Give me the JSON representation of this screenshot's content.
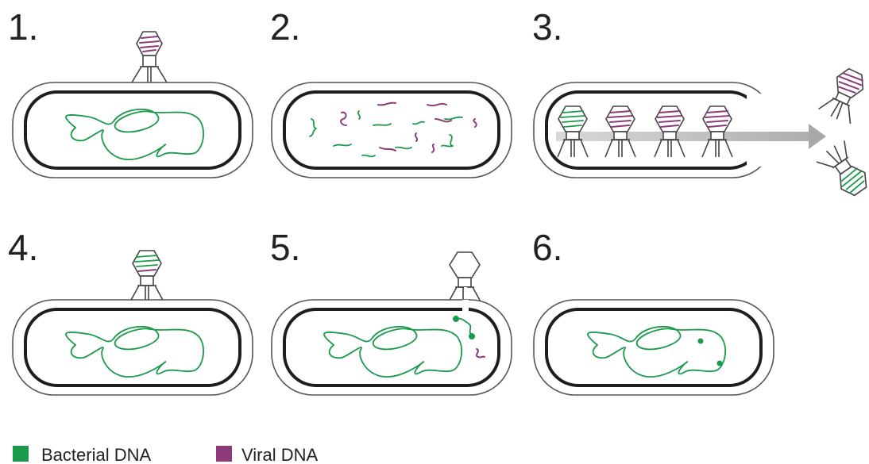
{
  "colors": {
    "bacterial_dna": "#1a9a4a",
    "viral_dna": "#8e3b7a",
    "cell_outline": "#1e1e1e",
    "arrow": "#b8b8b8"
  },
  "steps": [
    {
      "label": "1."
    },
    {
      "label": "2."
    },
    {
      "label": "3."
    },
    {
      "label": "4."
    },
    {
      "label": "5."
    },
    {
      "label": "6."
    }
  ],
  "legend": [
    {
      "label": "Bacterial DNA",
      "color": "#1a9a4a"
    },
    {
      "label": "Viral DNA",
      "color": "#8e3b7a"
    }
  ]
}
